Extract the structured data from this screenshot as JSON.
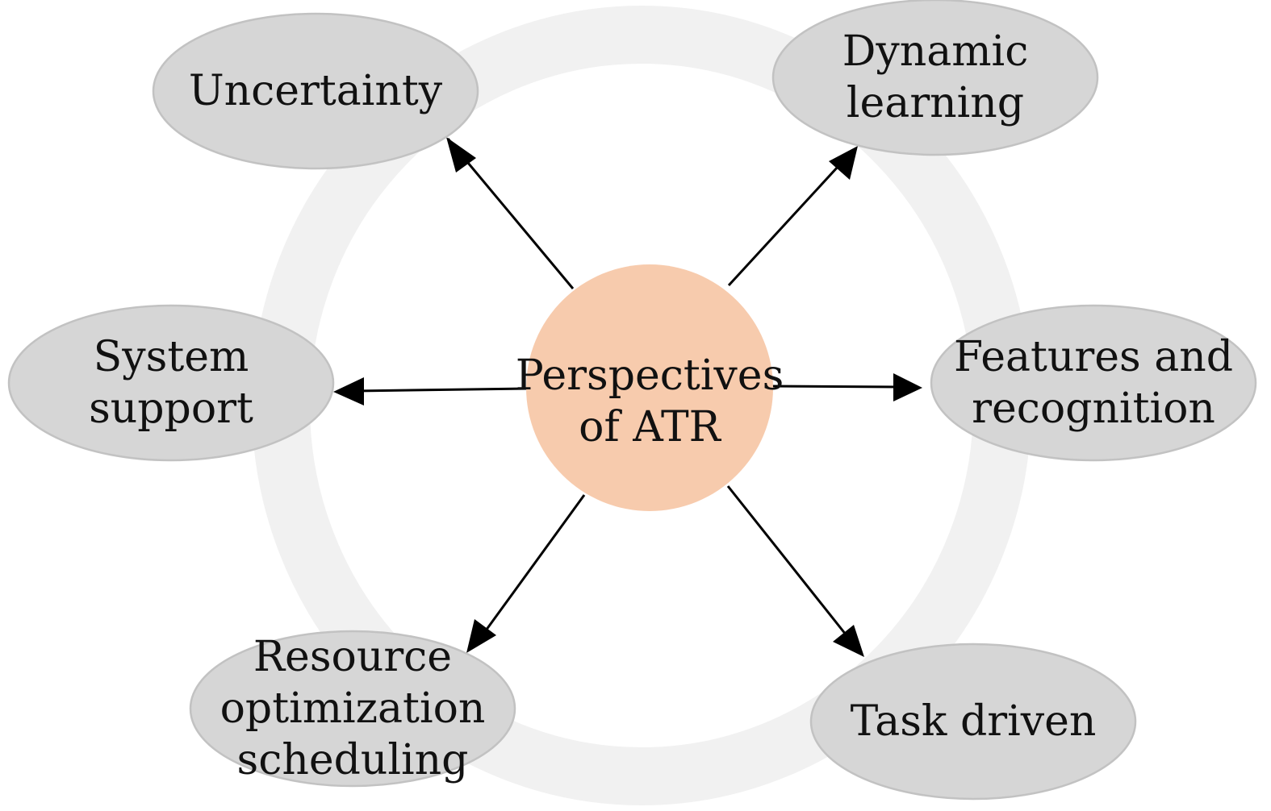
{
  "center": {
    "lines": [
      "Perspectives",
      "of ATR"
    ]
  },
  "nodes": [
    {
      "id": "uncertainty",
      "lines": [
        "Uncertainty"
      ]
    },
    {
      "id": "dynamic-learning",
      "lines": [
        "Dynamic",
        "learning"
      ]
    },
    {
      "id": "system-support",
      "lines": [
        "System",
        "support"
      ]
    },
    {
      "id": "features-recognition",
      "lines": [
        "Features and",
        "recognition"
      ]
    },
    {
      "id": "resource-optimization",
      "lines": [
        "Resource",
        "optimization",
        "scheduling"
      ]
    },
    {
      "id": "task-driven",
      "lines": [
        "Task driven"
      ]
    }
  ],
  "colors": {
    "center_fill": "#f7cbad",
    "node_fill": "#d6d6d6",
    "node_stroke": "#c2c2c2",
    "ring": "#f1f1f1",
    "arrow": "#000000"
  }
}
